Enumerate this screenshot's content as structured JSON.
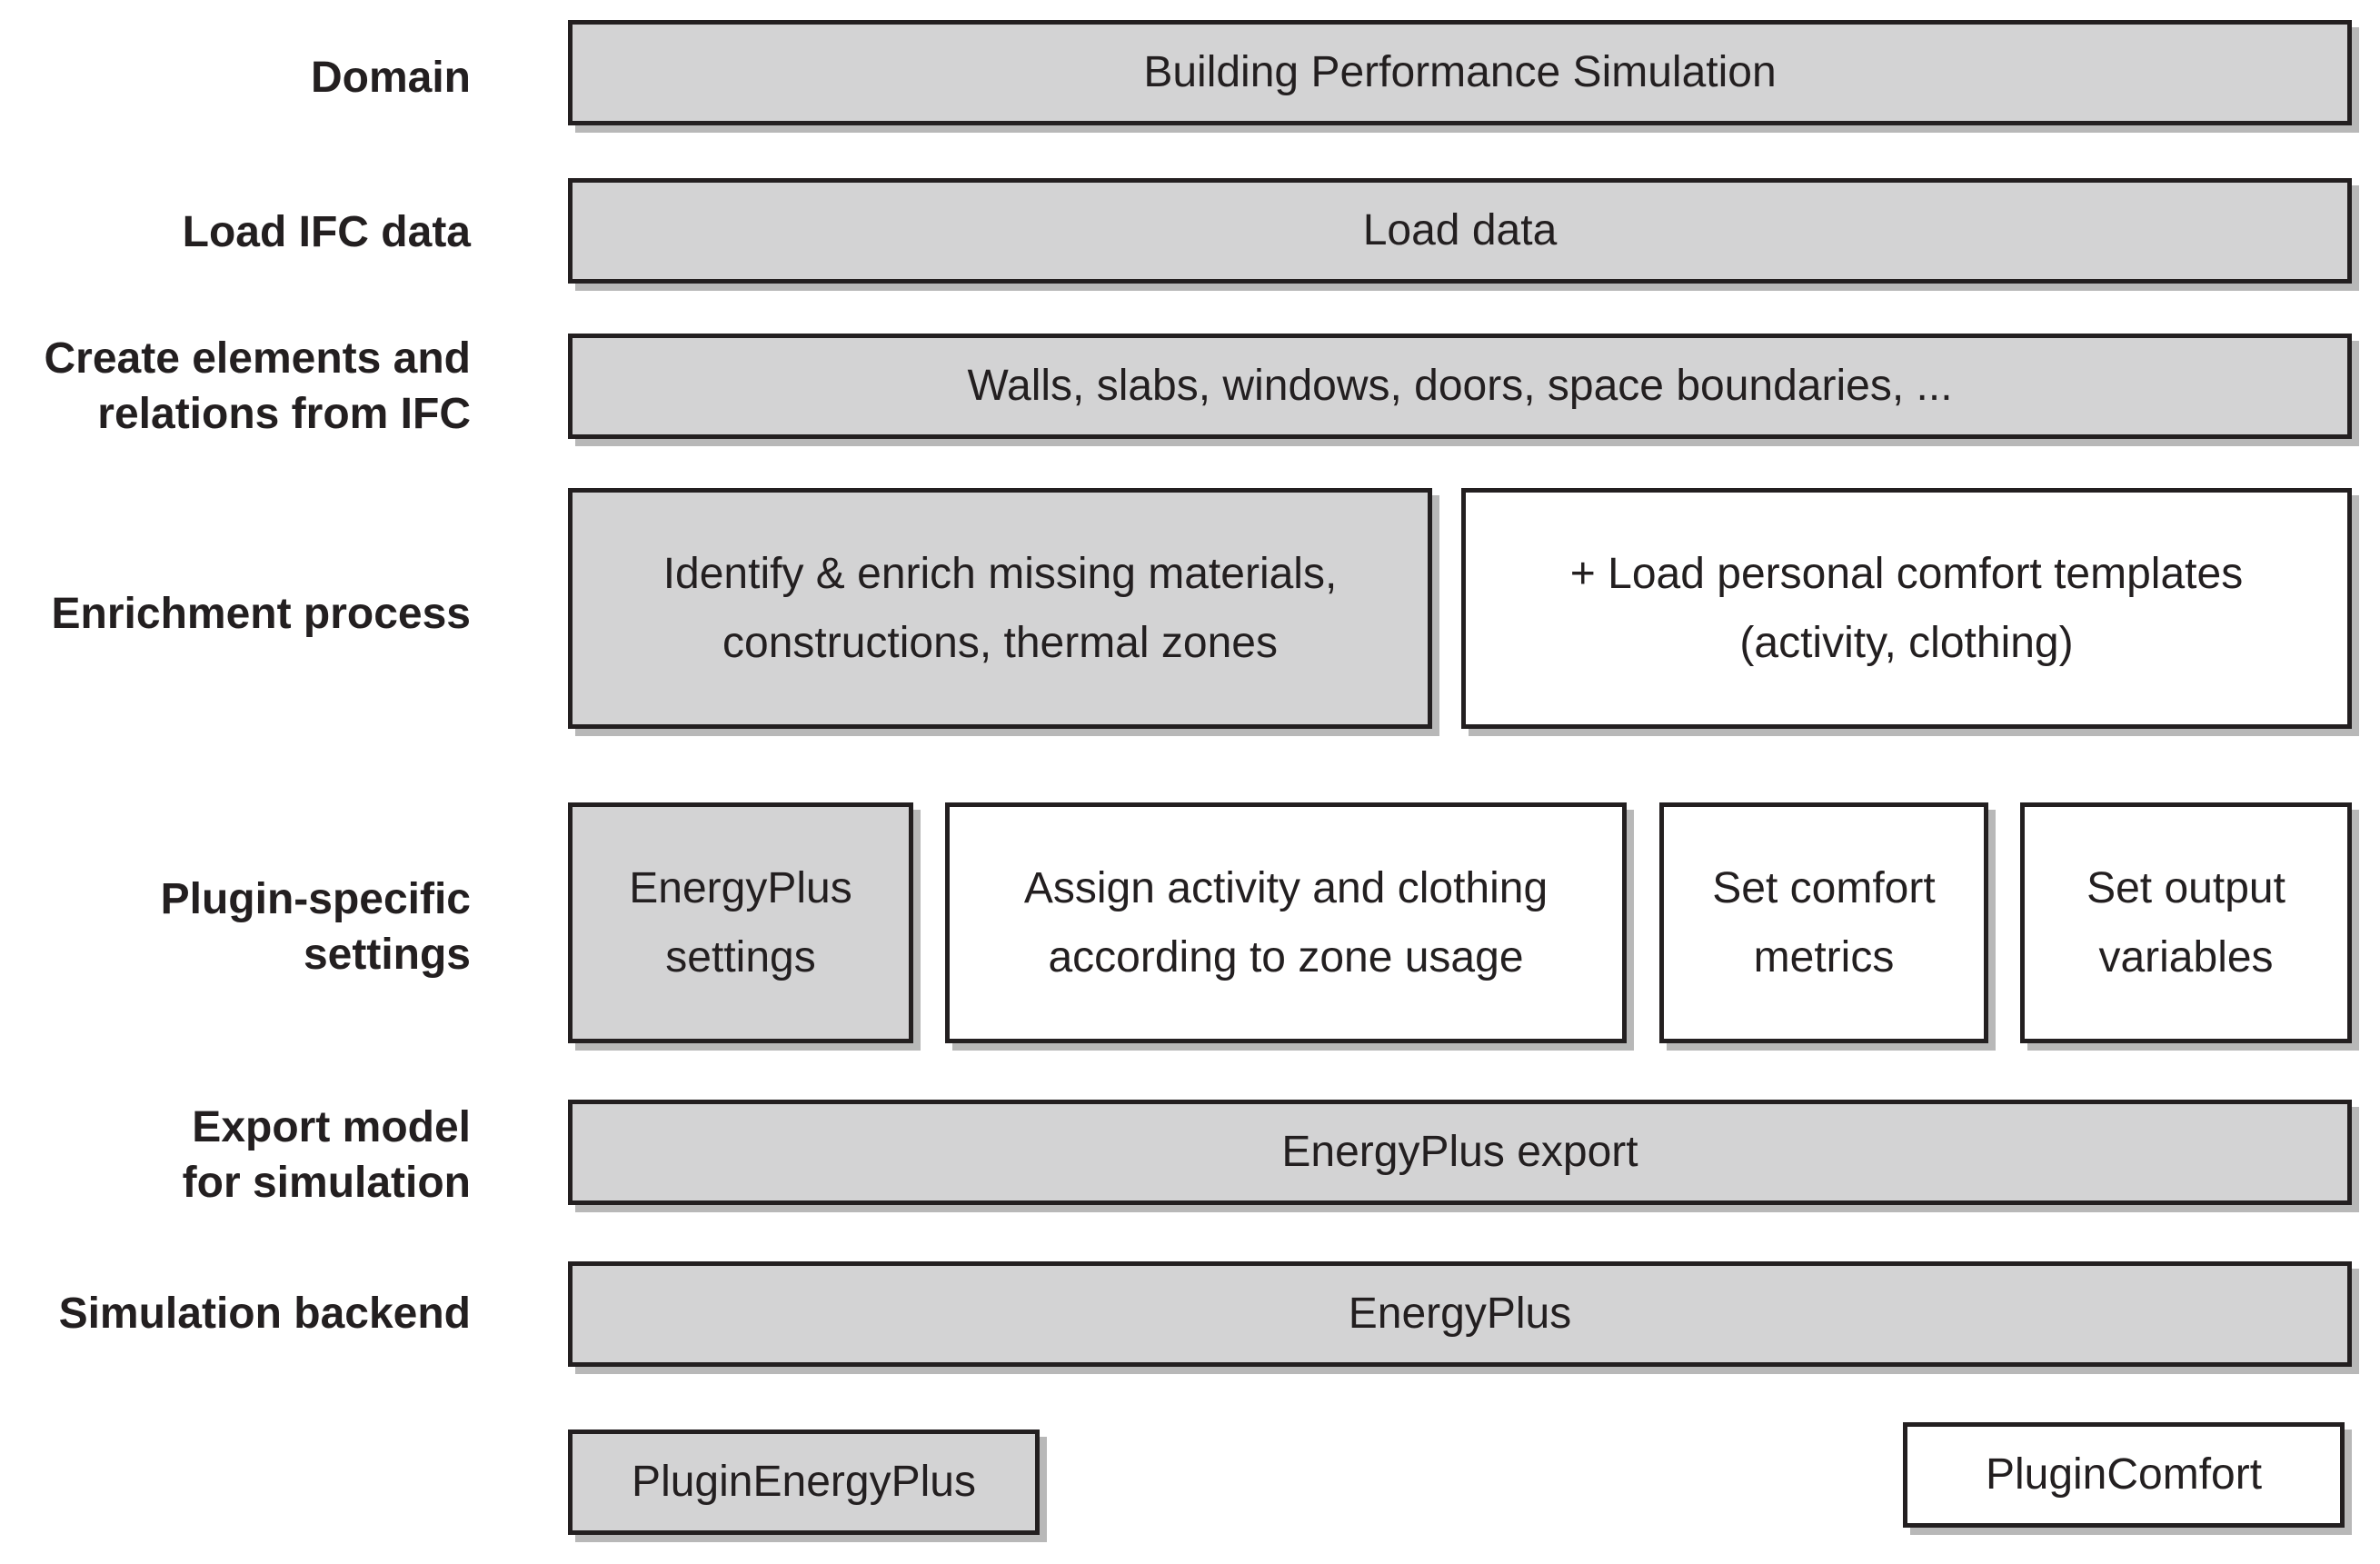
{
  "colors": {
    "core_fill": "#d3d3d4",
    "comfort_fill": "#ffffff",
    "border": "#231f20"
  },
  "layers": [
    {
      "label": [
        "Domain"
      ],
      "boxes": [
        {
          "text": [
            "Building Performance Simulation"
          ],
          "fill": "core"
        }
      ]
    },
    {
      "label": [
        "Load IFC data"
      ],
      "boxes": [
        {
          "text": [
            "Load data"
          ],
          "fill": "core"
        }
      ]
    },
    {
      "label": [
        "Create elements and",
        "relations from IFC"
      ],
      "boxes": [
        {
          "text": [
            "Walls, slabs, windows, doors, space boundaries, ..."
          ],
          "fill": "core"
        }
      ]
    },
    {
      "label": [
        "Enrichment process"
      ],
      "boxes": [
        {
          "text": [
            "Identify & enrich missing materials,",
            "constructions, thermal zones"
          ],
          "fill": "core"
        },
        {
          "text": [
            "+ Load personal comfort templates",
            "(activity, clothing)"
          ],
          "fill": "comfort"
        }
      ]
    },
    {
      "label": [
        "Plugin-specific",
        "settings"
      ],
      "boxes": [
        {
          "text": [
            "EnergyPlus",
            "settings"
          ],
          "fill": "core"
        },
        {
          "text": [
            "Assign activity and clothing",
            "according to zone usage"
          ],
          "fill": "comfort"
        },
        {
          "text": [
            "Set comfort",
            "metrics"
          ],
          "fill": "comfort"
        },
        {
          "text": [
            "Set output",
            "variables"
          ],
          "fill": "comfort"
        }
      ]
    },
    {
      "label": [
        "Export model",
        "for simulation"
      ],
      "boxes": [
        {
          "text": [
            "EnergyPlus export"
          ],
          "fill": "core"
        }
      ]
    },
    {
      "label": [
        "Simulation backend"
      ],
      "boxes": [
        {
          "text": [
            "EnergyPlus"
          ],
          "fill": "core"
        }
      ]
    }
  ],
  "legend": [
    {
      "text": "PluginEnergyPlus",
      "fill": "core"
    },
    {
      "text": "PluginComfort",
      "fill": "comfort"
    }
  ]
}
